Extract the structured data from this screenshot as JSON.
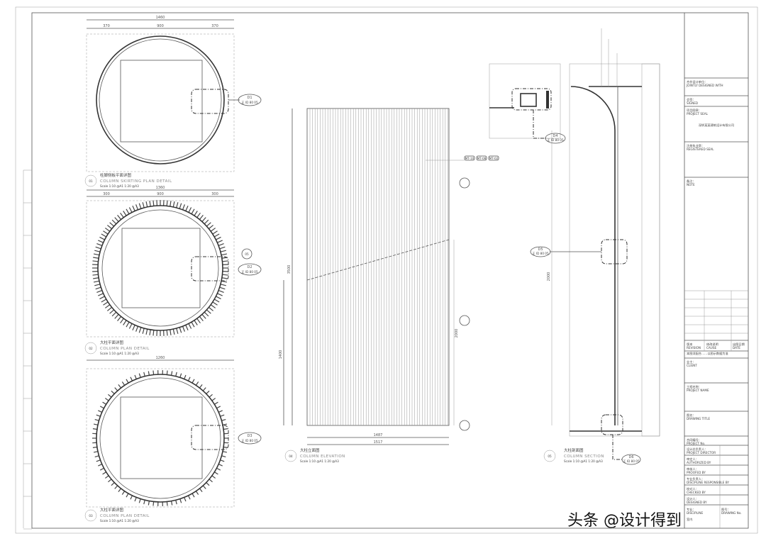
{
  "sheet": {
    "plans": [
      {
        "id": "01",
        "title_cn": "柱脚侧板平面详图",
        "title_en": "COLUMN SKIRTING PLAN DETAIL",
        "scale": "Scale 1:10 @A1  1:20 @A3",
        "callout": "D1",
        "callout_ref": "正 ID 80 05",
        "dim_total": "1460",
        "dim_parts": [
          "370",
          "900",
          "370"
        ]
      },
      {
        "id": "02",
        "title_cn": "大柱平面详图",
        "title_en": "COLUMN PLAN DETAIL",
        "scale": "Scale 1:10 @A1  1:20 @A3",
        "callout": "D2",
        "callout_ref": "正 ID 80 05",
        "dim_total": "1360",
        "dim_parts": [
          "300",
          "900",
          "300"
        ],
        "section_mark": "05"
      },
      {
        "id": "03",
        "title_cn": "大柱平面详图",
        "title_en": "COLUMN PLAN DETAIL",
        "scale": "Scale 1:10 @A1  1:20 @A3",
        "callout": "D3",
        "callout_ref": "正 ID 80 05",
        "dim_total": "1260"
      }
    ],
    "elevation": {
      "id": "04",
      "title_cn": "大柱立面图",
      "title_en": "COLUMN ELEVATION",
      "scale": "Scale 1:10 @A1  1:20 @A3",
      "dim_bottom": [
        "1487",
        "1517"
      ],
      "dim_height": "3500",
      "dim_mid": "1400",
      "dim_right": "2000"
    },
    "section": {
      "id": "05",
      "title_cn": "大柱剖面图",
      "title_en": "COLUMN SECTION",
      "scale": "Scale 1:10 @A1  1:20 @A3",
      "callouts": [
        {
          "label": "D4",
          "ref": "正 ID 80 05"
        },
        {
          "label": "D5",
          "ref": "正 ID 80 05"
        },
        {
          "label": "D6",
          "ref": "正 ID 80 05"
        }
      ],
      "dim_height": "2000"
    },
    "material_tags": [
      "MT-10",
      "MT-08",
      "MT-02"
    ]
  },
  "title_block": {
    "fields": [
      {
        "cn": "合作设计单位：",
        "en": "JOINTLY DESIGNED WITH"
      },
      {
        "cn": "会签：",
        "en": "SIGNED"
      },
      {
        "cn": "项目图章：",
        "en": "PROJECT SEAL"
      },
      {
        "cn": "注册执业章：",
        "en": "REGISTERED SEAL"
      },
      {
        "cn": "备注：",
        "en": "NOTE"
      },
      {
        "cn": "业主：",
        "en": "CLIENT"
      },
      {
        "cn": "工程名称：",
        "en": "PROJECT NAME"
      },
      {
        "cn": "图名：",
        "en": "DRAWING TITLE"
      },
      {
        "cn": "合同编号：",
        "en": "PROJECT No."
      },
      {
        "cn": "设计总负责人：",
        "en": "PROJECT DIRECTOR"
      },
      {
        "cn": "审定人：",
        "en": "AUTHORIZED BY"
      },
      {
        "cn": "审核人：",
        "en": "PROOFED BY"
      },
      {
        "cn": "专业负责人：",
        "en": "DISCIPLINE RESPONSIBLE BY"
      },
      {
        "cn": "校对人：",
        "en": "CHECKED BY"
      },
      {
        "cn": "设计人：",
        "en": "DESIGNED BY"
      }
    ],
    "seal_text": "深圳某某建筑设计有限公司",
    "revision": {
      "rev_cn": "版本",
      "rev_en": "REVISION",
      "cause_cn": "修改说明",
      "cause_en": "CAUSE",
      "date_cn": "出图日期",
      "date_en": "DATE"
    },
    "note_line": "本图须配合……以图示数据为准",
    "discipline": {
      "cn": "专业：",
      "en": "DISCIPLINE",
      "value": "室内"
    },
    "drawing_no": {
      "cn": "图号：",
      "en": "DRAWING No."
    }
  },
  "watermark": "头条 @设计得到"
}
